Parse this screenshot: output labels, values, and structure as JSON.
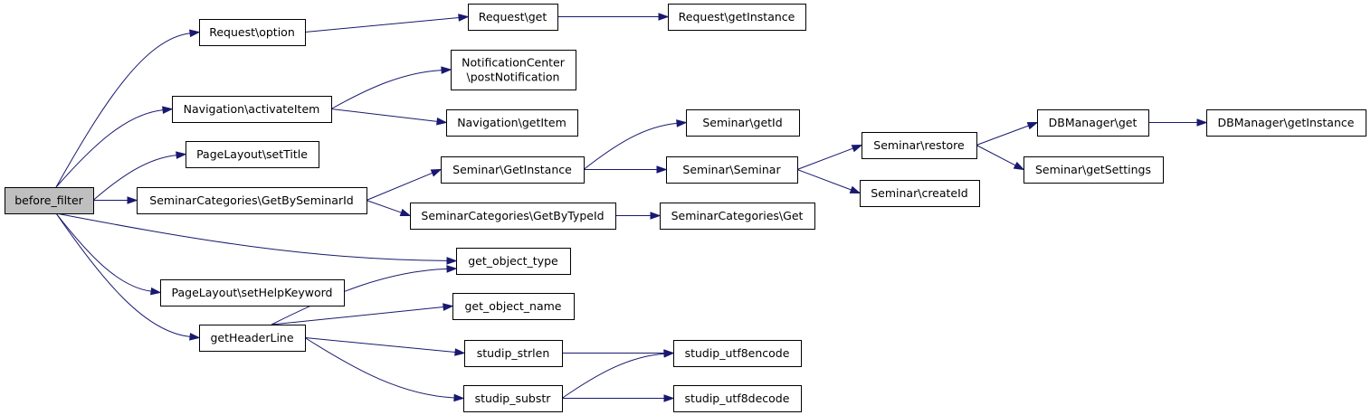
{
  "graph": {
    "colors": {
      "edge": "#191970",
      "root_fill": "#bfbfbf",
      "node_fill": "#ffffff",
      "node_border": "#000000"
    },
    "nodes": {
      "before_filter": [
        "before_filter"
      ],
      "request_option": [
        "Request\\option"
      ],
      "request_get": [
        "Request\\get"
      ],
      "request_getinstance": [
        "Request\\getInstance"
      ],
      "notification_post": [
        "NotificationCenter",
        "\\postNotification"
      ],
      "nav_activate": [
        "Navigation\\activateItem"
      ],
      "nav_getitem": [
        "Navigation\\getItem"
      ],
      "pagelayout_settitle": [
        "PageLayout\\setTitle"
      ],
      "seminar_getid": [
        "Seminar\\getId"
      ],
      "seminar_getinstance": [
        "Seminar\\GetInstance"
      ],
      "seminar_seminar": [
        "Seminar\\Seminar"
      ],
      "seminar_restore": [
        "Seminar\\restore"
      ],
      "dbmanager_get": [
        "DBManager\\get"
      ],
      "dbmanager_getinstance": [
        "DBManager\\getInstance"
      ],
      "seminar_getsettings": [
        "Seminar\\getSettings"
      ],
      "seminar_createid": [
        "Seminar\\createId"
      ],
      "semcat_getbyseminarid": [
        "SeminarCategories\\GetBySeminarId"
      ],
      "semcat_getbytypeid": [
        "SeminarCategories\\GetByTypeId"
      ],
      "semcat_get": [
        "SeminarCategories\\Get"
      ],
      "get_object_type": [
        "get_object_type"
      ],
      "pagelayout_sethelp": [
        "PageLayout\\setHelpKeyword"
      ],
      "get_object_name": [
        "get_object_name"
      ],
      "getheaderline": [
        "getHeaderLine"
      ],
      "studip_strlen": [
        "studip_strlen"
      ],
      "studip_substr": [
        "studip_substr"
      ],
      "studip_utf8encode": [
        "studip_utf8encode"
      ],
      "studip_utf8decode": [
        "studip_utf8decode"
      ]
    },
    "edges": [
      [
        "before_filter",
        "request_option"
      ],
      [
        "before_filter",
        "nav_activate"
      ],
      [
        "before_filter",
        "pagelayout_settitle"
      ],
      [
        "before_filter",
        "semcat_getbyseminarid"
      ],
      [
        "before_filter",
        "get_object_type"
      ],
      [
        "before_filter",
        "pagelayout_sethelp"
      ],
      [
        "before_filter",
        "getheaderline"
      ],
      [
        "request_option",
        "request_get"
      ],
      [
        "request_get",
        "request_getinstance"
      ],
      [
        "nav_activate",
        "notification_post"
      ],
      [
        "nav_activate",
        "nav_getitem"
      ],
      [
        "semcat_getbyseminarid",
        "seminar_getinstance"
      ],
      [
        "semcat_getbyseminarid",
        "semcat_getbytypeid"
      ],
      [
        "seminar_getinstance",
        "seminar_getid"
      ],
      [
        "seminar_getinstance",
        "seminar_seminar"
      ],
      [
        "seminar_seminar",
        "seminar_restore"
      ],
      [
        "seminar_seminar",
        "seminar_createid"
      ],
      [
        "seminar_restore",
        "dbmanager_get"
      ],
      [
        "seminar_restore",
        "seminar_getsettings"
      ],
      [
        "dbmanager_get",
        "dbmanager_getinstance"
      ],
      [
        "semcat_getbytypeid",
        "semcat_get"
      ],
      [
        "getheaderline",
        "get_object_type"
      ],
      [
        "getheaderline",
        "get_object_name"
      ],
      [
        "getheaderline",
        "studip_strlen"
      ],
      [
        "getheaderline",
        "studip_substr"
      ],
      [
        "studip_strlen",
        "studip_utf8encode"
      ],
      [
        "studip_substr",
        "studip_utf8encode"
      ],
      [
        "studip_substr",
        "studip_utf8decode"
      ]
    ]
  }
}
